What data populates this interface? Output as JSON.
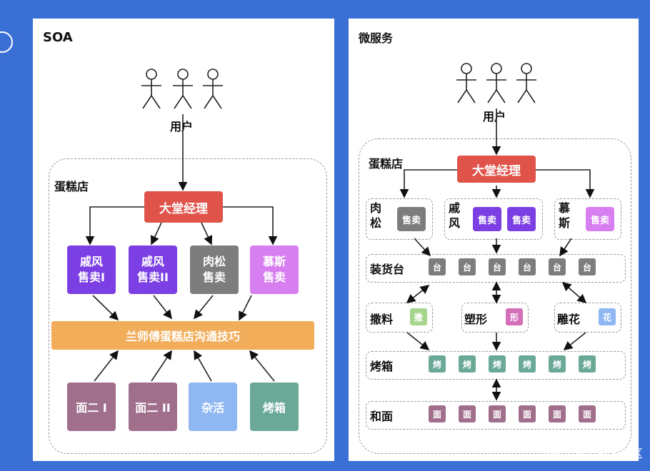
{
  "soa": {
    "title": "SOA",
    "users_label": "用户",
    "shop_label": "蛋糕店",
    "manager": "大堂经理",
    "sellers": [
      "戚风\n售卖I",
      "戚风\n售卖II",
      "肉松\n售卖",
      "慕斯\n售卖"
    ],
    "bus": "兰师傅蛋糕店沟通技巧",
    "workers": [
      "面二 I",
      "面二 II",
      "杂活",
      "烤箱"
    ]
  },
  "micro": {
    "title": "微服务",
    "users_label": "用户",
    "shop_label": "蛋糕店",
    "manager": "大堂经理",
    "groups": [
      {
        "name": "肉\n松",
        "items": [
          "售卖"
        ]
      },
      {
        "name": "戚\n风",
        "items": [
          "售卖",
          "售卖"
        ]
      },
      {
        "name": "慕\n斯",
        "items": [
          "售卖"
        ]
      }
    ],
    "rows": [
      {
        "label": "装货台",
        "tile": "台",
        "count": 6
      },
      {
        "label": "烤箱",
        "tile": "烤",
        "count": 6
      },
      {
        "label": "和面",
        "tile": "面",
        "count": 6
      }
    ],
    "mid": [
      {
        "label": "撒料",
        "tile": "撒"
      },
      {
        "label": "塑形",
        "tile": "形"
      },
      {
        "label": "雕花",
        "tile": "花"
      }
    ]
  },
  "watermark": "@稀土掘金技术社区",
  "colors": {
    "red": "#e0534a",
    "purple": "#7b3fe4",
    "gray": "#7d7d7d",
    "pink": "#d77ff0",
    "orange": "#f1ad5a",
    "mauve": "#a06f8c",
    "blue": "#8fb8f2",
    "teal": "#6aa897",
    "green": "#a6d58e"
  }
}
